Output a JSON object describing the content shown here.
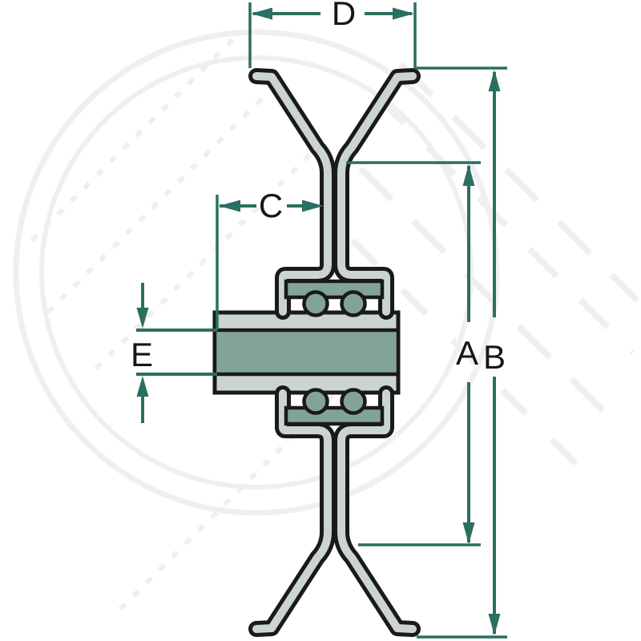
{
  "diagram": {
    "kind": "pulley-cross-section",
    "labels": {
      "d": "D",
      "c": "C",
      "a": "A",
      "b": "B",
      "e": "E"
    }
  },
  "colors": {
    "background": "#ffffff",
    "outline": "#1a1a1a",
    "sheet": "#cbd4d0",
    "teal": "#82a399",
    "dim": "#2b6f60",
    "text": "#161616",
    "watermark": "#efefef"
  }
}
